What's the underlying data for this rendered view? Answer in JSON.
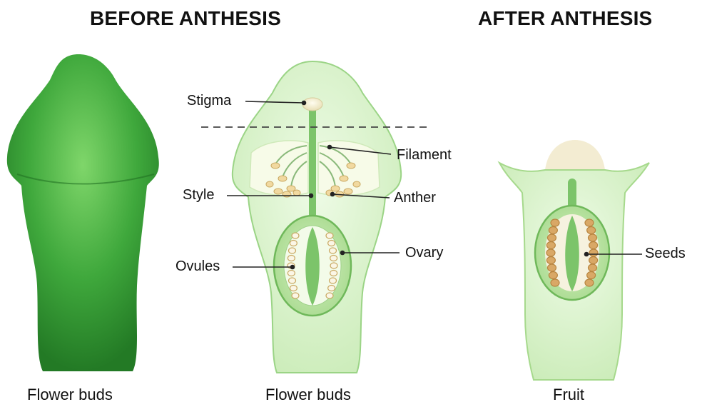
{
  "headings": {
    "before": "BEFORE ANTHESIS",
    "after": "AFTER ANTHESIS"
  },
  "captions": {
    "bud_outer": "Flower buds",
    "bud_section": "Flower buds",
    "fruit": "Fruit"
  },
  "labels": {
    "stigma": "Stigma",
    "filament": "Filament",
    "style": "Style",
    "anther": "Anther",
    "ovules": "Ovules",
    "ovary": "Ovary",
    "seeds": "Seeds"
  },
  "colors": {
    "bud_dark": "#2e8f2e",
    "bud_light": "#6fcf5c",
    "tissue": "#d7f2c8",
    "tissue_edge": "#7cc46a",
    "ovary_fill": "#b9e3a2",
    "anther": "#f1d9a0",
    "seed": "#d9a866",
    "stigma": "#f6f0cf",
    "leader": "#222222"
  }
}
